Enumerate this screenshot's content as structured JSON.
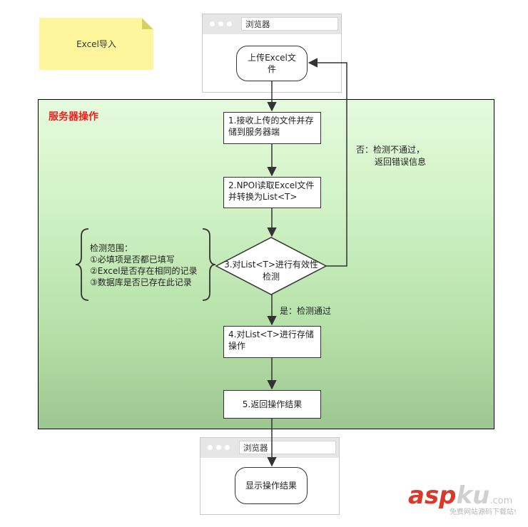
{
  "note": {
    "text": "Excel导入"
  },
  "browser_top": {
    "url": "浏览器",
    "terminal": "上传Excel文件"
  },
  "server": {
    "title": "服务器操作"
  },
  "steps": {
    "s1": "1.接收上传的文件并存储到服务器端",
    "s2": "2.NPOI读取Excel文件并转换为List<T>",
    "s3": "3.对List<T>进行有效性检测",
    "s4": "4.对List<T>进行存储操作",
    "s5": "5.返回操作结果"
  },
  "labels": {
    "no_line1": "否：检测不通过，",
    "no_line2": "返回错误信息",
    "yes": "是：检测通过"
  },
  "check_scope": {
    "title": "检测范围：",
    "items": [
      "①必填项是否都已填写",
      "②Excel是否存在相同的记录",
      "③数据库是否已存在此记录"
    ]
  },
  "browser_bottom": {
    "url": "浏览器",
    "terminal": "显示操作结果"
  },
  "watermark": {
    "brand_left": "asp",
    "brand_right": "ku",
    "suffix": ".com",
    "tagline": "免费网站源码下载站!"
  },
  "colors": {
    "server_title": "#f01e1e",
    "note_bg": "#fff59d",
    "server_bg_top": "#e5fadd",
    "server_bg_bottom": "#9dc790"
  }
}
